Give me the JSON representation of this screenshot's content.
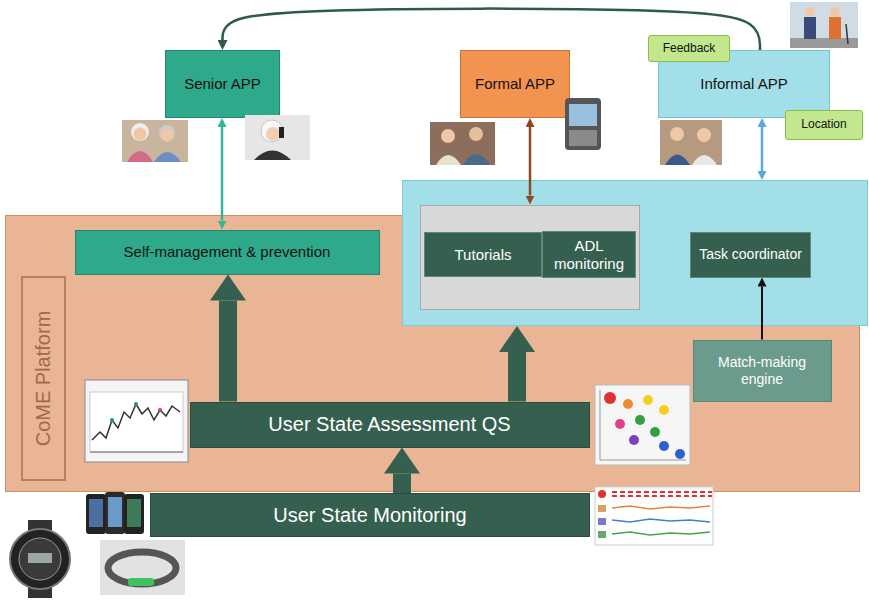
{
  "diagram": {
    "nodes": [
      {
        "text": [
          "Senior APP"
        ]
      },
      {
        "text": [
          "Formal APP"
        ]
      },
      {
        "text": [
          "Informal APP"
        ]
      },
      {
        "text": [
          "Feedback"
        ]
      },
      {
        "text": [
          "Location"
        ]
      },
      {
        "text": [
          "CoME Platform"
        ]
      },
      {
        "text": [
          "Self-management & prevention"
        ],
        "in": 5
      },
      {
        "text": []
      },
      {
        "text": [],
        "in": 7
      },
      {
        "text": [
          "Tutorials"
        ],
        "in": 8
      },
      {
        "text": [
          "ADL monitoring"
        ],
        "in": 8
      },
      {
        "text": [
          "Task coordinator"
        ],
        "in": 7
      },
      {
        "text": [
          "Match-making engine"
        ],
        "in": 5
      },
      {
        "text": [
          "User State Assessment QS"
        ],
        "in": 5
      },
      {
        "text": [
          "User State Monitoring"
        ]
      }
    ],
    "edges": [
      {
        "from": 0,
        "to": 6,
        "arrow": "both"
      },
      {
        "from": 1,
        "to": 8,
        "arrow": "both"
      },
      {
        "from": 2,
        "to": 7,
        "arrow": "both"
      },
      {
        "from": 12,
        "to": 11,
        "arrow": "to"
      },
      {
        "from": 13,
        "to": 6,
        "arrow": "to"
      },
      {
        "from": 13,
        "to": 7,
        "arrow": "to"
      },
      {
        "from": 14,
        "to": 13,
        "arrow": "to"
      },
      {
        "from": 2,
        "to": 0,
        "arrow": "to"
      }
    ]
  }
}
